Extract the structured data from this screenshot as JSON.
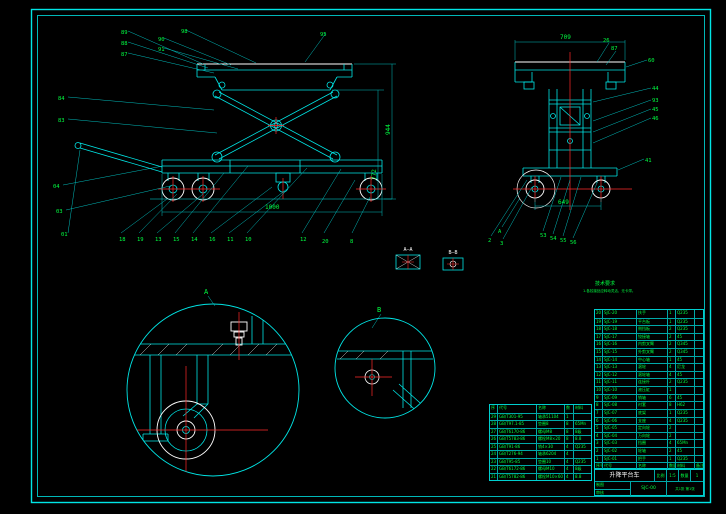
{
  "colors": {
    "bg": "#000000",
    "line_cyan": "#00e5e5",
    "green": "#00ff41",
    "red": "#ff2a2a",
    "white": "#ffffff"
  },
  "front": {
    "balloons": [
      "89",
      "88",
      "87",
      "90",
      "91",
      "98",
      "95",
      "84",
      "83",
      "04",
      "03",
      "01",
      "18",
      "19",
      "13",
      "15",
      "14",
      "16",
      "11",
      "10",
      "12",
      "20",
      "8"
    ],
    "dims": {
      "width": "1000",
      "height_total": "944",
      "height_low": "772"
    }
  },
  "side": {
    "balloons": [
      "26",
      "87",
      "60",
      "44",
      "93",
      "45",
      "46",
      "41",
      "2",
      "3",
      "53",
      "54",
      "55",
      "56"
    ],
    "dims": {
      "width": "709",
      "wheelbase": "649"
    },
    "detail_ref": "A"
  },
  "sections": {
    "a": "A—A",
    "b": "B—B"
  },
  "details": {
    "a": "A",
    "b": "B"
  },
  "notes": {
    "title": "技术要求",
    "line1": "1.各铰接处应转动灵活，无卡滞。"
  },
  "parts_table": {
    "header": [
      "序号",
      "代号",
      "名称",
      "数量",
      "材料",
      "备注"
    ],
    "rows": [
      [
        "20",
        "SJC-20",
        "扶手",
        "1",
        "Q235",
        ""
      ],
      [
        "19",
        "SJC-19",
        "平台板",
        "1",
        "Q235",
        ""
      ],
      [
        "18",
        "SJC-18",
        "侧挡板",
        "2",
        "Q235",
        ""
      ],
      [
        "17",
        "SJC-17",
        "铰接轴",
        "2",
        "45",
        ""
      ],
      [
        "16",
        "SJC-16",
        "内剪叉臂",
        "2",
        "Q345",
        ""
      ],
      [
        "15",
        "SJC-15",
        "外剪叉臂",
        "2",
        "Q345",
        ""
      ],
      [
        "14",
        "SJC-14",
        "中心轴",
        "1",
        "45",
        ""
      ],
      [
        "13",
        "SJC-13",
        "滚轮",
        "4",
        "尼龙",
        ""
      ],
      [
        "12",
        "SJC-12",
        "滚轮轴",
        "4",
        "45",
        ""
      ],
      [
        "11",
        "SJC-11",
        "连接杆",
        "2",
        "Q235",
        ""
      ],
      [
        "10",
        "SJC-10",
        "液压缸",
        "1",
        "",
        ""
      ],
      [
        "9",
        "SJC-09",
        "销轴",
        "6",
        "45",
        ""
      ],
      [
        "8",
        "SJC-08",
        "衬套",
        "8",
        "H62",
        ""
      ],
      [
        "7",
        "SJC-07",
        "底架",
        "1",
        "Q235",
        ""
      ],
      [
        "6",
        "SJC-06",
        "支座",
        "4",
        "Q235",
        ""
      ],
      [
        "5",
        "SJC-05",
        "定向轮",
        "2",
        "",
        ""
      ],
      [
        "4",
        "SJC-04",
        "万向轮",
        "2",
        "",
        ""
      ],
      [
        "3",
        "SJC-03",
        "挡圈",
        "4",
        "65Mn",
        ""
      ],
      [
        "2",
        "SJC-02",
        "轮轴",
        "2",
        "45",
        ""
      ],
      [
        "1",
        "SJC-01",
        "把手",
        "1",
        "Q235",
        ""
      ]
    ]
  },
  "std_table": {
    "header": [
      "序",
      "代号",
      "名称",
      "数",
      "材料"
    ],
    "rows": [
      [
        "29",
        "GB/T301-95",
        "轴承51104",
        "1",
        ""
      ],
      [
        "28",
        "GB/T97.1-85",
        "垫圈8",
        "8",
        "65Mn"
      ],
      [
        "27",
        "GB/T6170-86",
        "螺母M8",
        "8",
        "8级"
      ],
      [
        "26",
        "GB/T5783-86",
        "螺栓M8×20",
        "8",
        "8.8"
      ],
      [
        "25",
        "GB/T91-86",
        "销4×30",
        "4",
        "Q235"
      ],
      [
        "24",
        "GB/T276-94",
        "轴承6204",
        "4",
        ""
      ],
      [
        "23",
        "GB/T95-85",
        "垫圈10",
        "4",
        "Q235"
      ],
      [
        "22",
        "GB/T6172-86",
        "螺母M10",
        "4",
        "8级"
      ],
      [
        "21",
        "GB/T5782-86",
        "螺栓M10×60",
        "4",
        "8.8"
      ]
    ]
  },
  "title_block": {
    "title": "升降平台车",
    "scale_label": "比例",
    "scale": "1:5",
    "qty_label": "数量",
    "qty": "1",
    "drawn_label": "制图",
    "checked_label": "审核",
    "code": "SJC-00",
    "sheet": "共1张 第1张"
  }
}
